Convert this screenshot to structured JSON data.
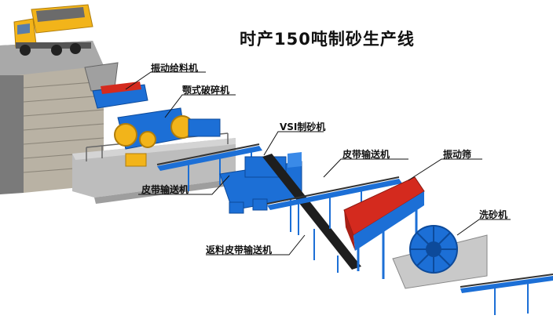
{
  "title": "时产150吨制砂生产线",
  "labels": {
    "vibrating_feeder": "振动给料机",
    "jaw_crusher": "颚式破碎机",
    "vsi_sand_maker": "VSI制砂机",
    "belt_conveyor_upper": "皮带输送机",
    "vibrating_screen": "振动筛",
    "belt_conveyor_lower": "皮带输送机",
    "sand_washer": "洗砂机",
    "return_belt_conveyor": "返料皮带输送机"
  },
  "colors": {
    "blue": "#1c6fd6",
    "red": "#d42a1e",
    "yellow": "#f2b41a",
    "stone": "#9a9a9a"
  }
}
